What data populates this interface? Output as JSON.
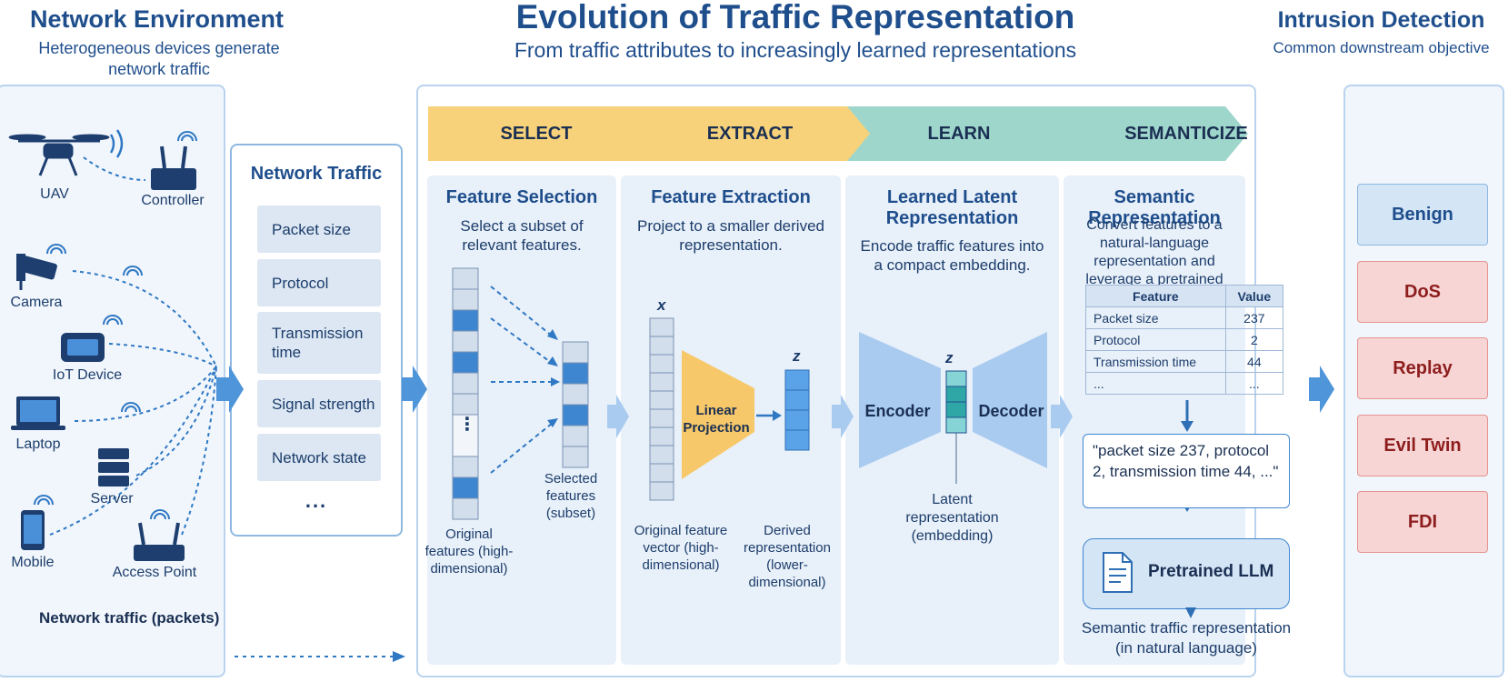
{
  "header": {
    "left_title": "Network Environment",
    "left_subtitle": "Heterogeneous devices generate network traffic",
    "center_title": "Evolution of Traffic Representation",
    "center_subtitle": "From traffic attributes to increasingly learned representations",
    "right_title": "Intrusion Detection",
    "right_subtitle": "Common downstream objective"
  },
  "devices": {
    "uav": "UAV",
    "controller": "Controller",
    "camera": "Camera",
    "iot": "IoT Device",
    "laptop": "Laptop",
    "server": "Server",
    "mobile": "Mobile",
    "access_point": "Access Point"
  },
  "network_traffic_label": "Network traffic (packets)",
  "traffic": {
    "title": "Network Traffic",
    "items": [
      "Packet size",
      "Protocol",
      "Transmission time",
      "Signal strength",
      "Network state"
    ],
    "more": "..."
  },
  "stages": {
    "chevrons": [
      "SELECT",
      "EXTRACT",
      "LEARN",
      "SEMANTICIZE"
    ],
    "select": {
      "title": "Feature Selection",
      "desc": "Select a subset of relevant features.",
      "original": "Original features (high-dimensional)",
      "selected": "Selected features (subset)",
      "dots": "⋮"
    },
    "extract": {
      "title": "Feature Extraction",
      "desc": "Project to a smaller derived representation.",
      "x_label": "x",
      "z_label": "z",
      "projection": "Linear Projection",
      "original": "Original feature vector (high-dimensional)",
      "derived": "Derived representation (lower-dimensional)"
    },
    "learn": {
      "title": "Learned Latent Representation",
      "desc": "Encode traffic features into a compact embedding.",
      "encoder": "Encoder",
      "decoder": "Decoder",
      "z_label": "z",
      "latent": "Latent representation (embedding)"
    },
    "semanticize": {
      "title": "Semantic Representation",
      "desc": "Convert features to a natural-language representation and leverage a pretrained LLM.",
      "table_headers": [
        "Feature",
        "Value"
      ],
      "table_rows": [
        [
          "Packet size",
          "237"
        ],
        [
          "Protocol",
          "2"
        ],
        [
          "Transmission time",
          "44"
        ],
        [
          "...",
          "..."
        ]
      ],
      "quote": "\"packet size 237, protocol 2, transmission time 44, ...\"",
      "llm": "Pretrained LLM",
      "output": "Semantic traffic representation (in natural language)"
    }
  },
  "classes": [
    "Benign",
    "DoS",
    "Replay",
    "Evil Twin",
    "FDI"
  ],
  "colors": {
    "select_chevron": "#f7d27a",
    "learn_chevron": "#9fd6cc",
    "panel_border": "#b9d3ef",
    "arrow_blue": "#3f86d1",
    "class_red": "#f6d5d4",
    "class_blue": "#d4e5f6"
  }
}
